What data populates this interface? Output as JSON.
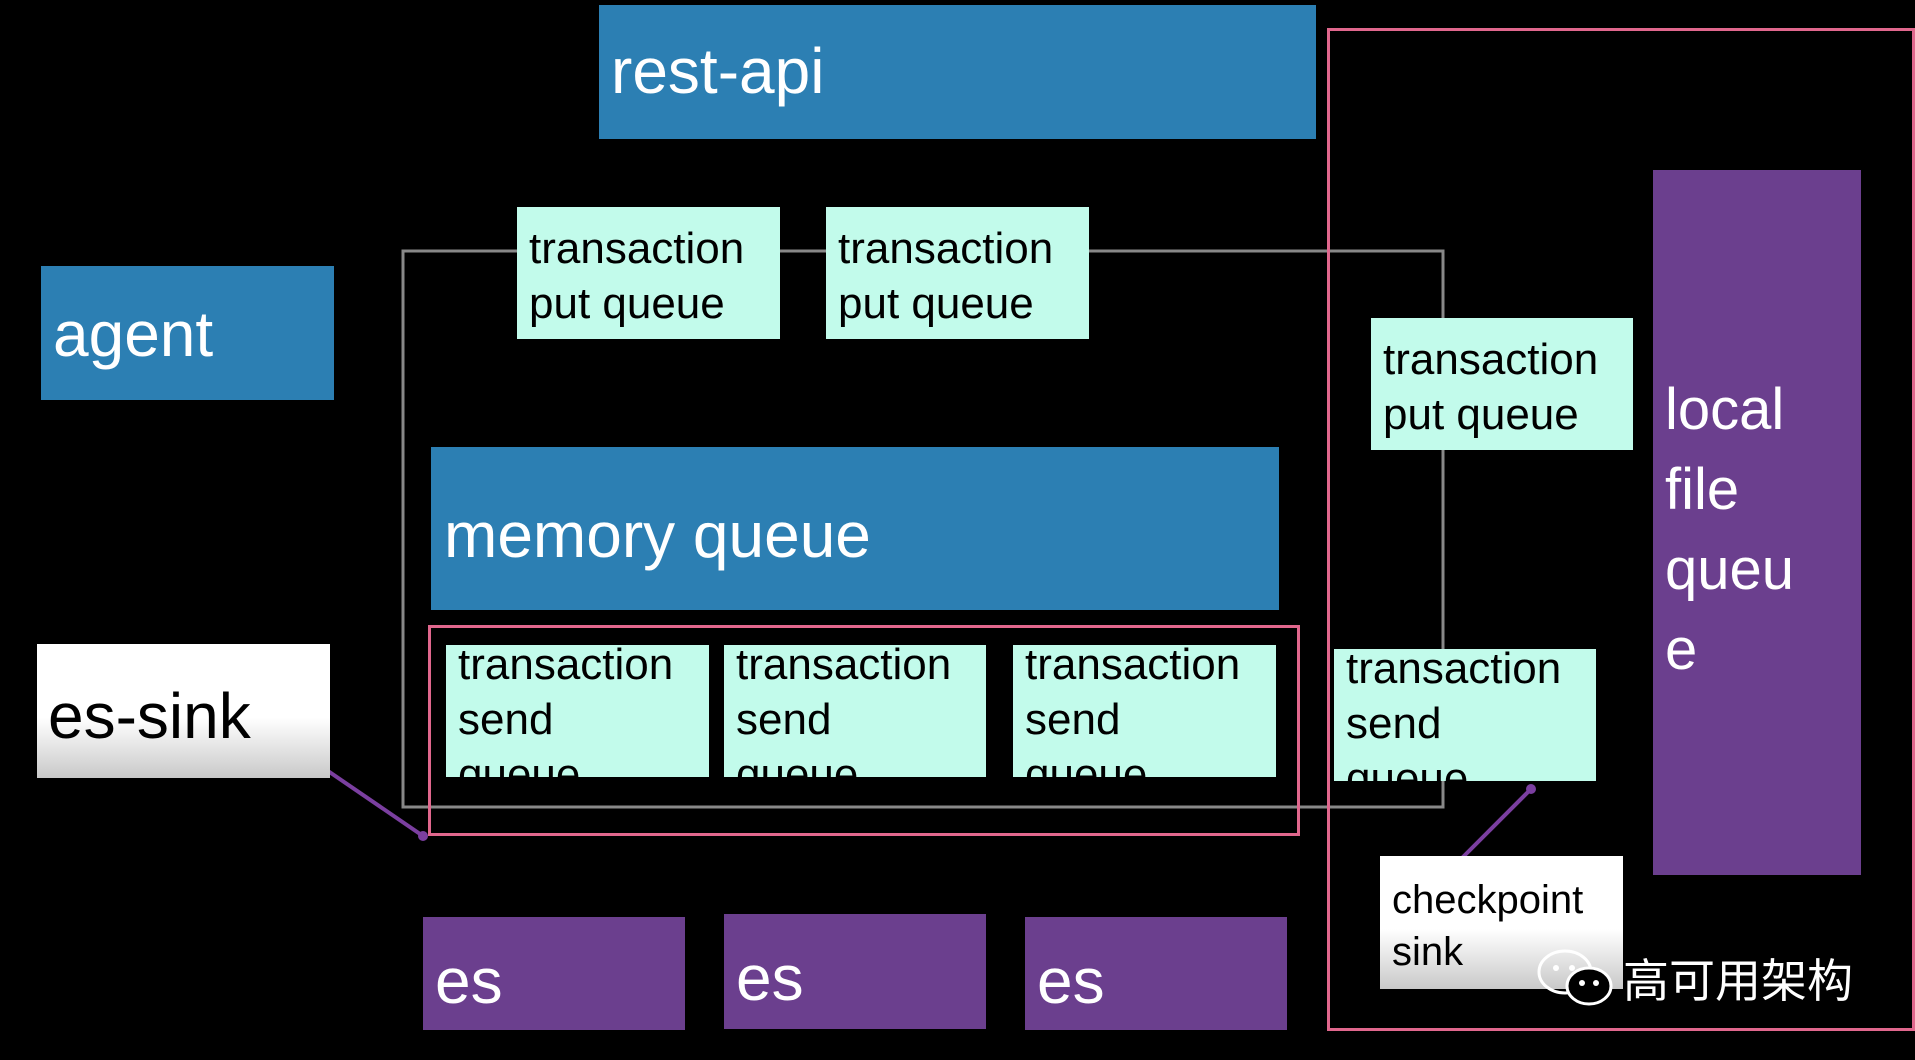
{
  "diagram": {
    "rest_api": "rest-api",
    "agent": "agent",
    "memory_queue": "memory queue",
    "es_sink": "es-sink",
    "local_file_queue": "local\nfile\nqueu\ne",
    "checkpoint_sink": "checkpoint\nsink",
    "put_queues": [
      "transaction\nput queue",
      "transaction\nput queue",
      "transaction\nput queue"
    ],
    "send_queues": [
      "transaction\nsend\nqueue",
      "transaction\nsend\nqueue",
      "transaction\nsend\nqueue",
      "transaction\nsend\nqueue"
    ],
    "es_nodes": [
      "es",
      "es",
      "es"
    ]
  },
  "watermark": {
    "icon": "wechat-icon",
    "text": "高可用架构"
  },
  "colors": {
    "background": "#000000",
    "blue": "#2c7fb3",
    "purple": "#6b3f8e",
    "mint": "#c2fbeb",
    "frame_pink": "#e0678d",
    "connector_gray": "#888888",
    "connector_purple": "#7b3fa0"
  }
}
